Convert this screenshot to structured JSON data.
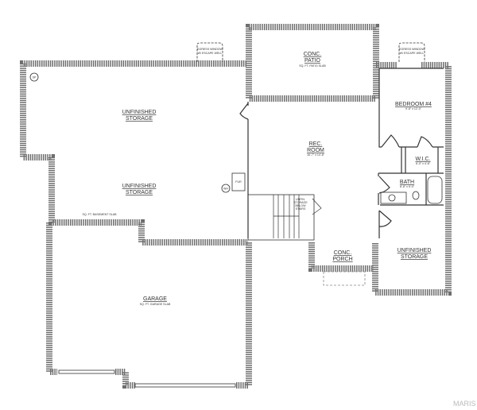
{
  "rooms": {
    "storage_upper": [
      "UNFINISHED",
      "STORAGE"
    ],
    "storage_lower": [
      "UNFINISHED",
      "STORAGE"
    ],
    "basement_slab": "SQ. FT. BASEMENT SLAB",
    "patio": [
      "CONC.",
      "PATIO"
    ],
    "patio_slab": "SQ. FT. PATIO SLAB",
    "rec_room": [
      "REC.",
      "ROOM"
    ],
    "rec_room_dim": "16'-7\" x 14'-8\"",
    "bedroom": "BEDROOM #4",
    "bedroom_dim": "9'-8\" x 12'-0\"",
    "wic": "W.I.C.",
    "wic_dim": "6'-0\" x 4'-6\"",
    "bath": "BATH",
    "bath_dim": "8'-8\" x 5'-0\"",
    "porch": [
      "CONC.",
      "PORCH"
    ],
    "storage_right": [
      "UNFINISHED",
      "STORAGE"
    ],
    "garage": "GARAGE",
    "garage_slab": "SQ. FT. GARAGE SLAB",
    "egress_left": [
      "EGRESS WINDOW",
      "W/ ESCAPE WELL"
    ],
    "egress_right": [
      "EGRESS WINDOW",
      "W/ ESCAPE WELL"
    ],
    "sump": "SP",
    "water_heater": "WH",
    "furnace": "FUR",
    "under_stair": [
      "UNFIN.",
      "STORAGE",
      "BELOW",
      "STAIRS"
    ]
  },
  "watermark": "MARIS"
}
